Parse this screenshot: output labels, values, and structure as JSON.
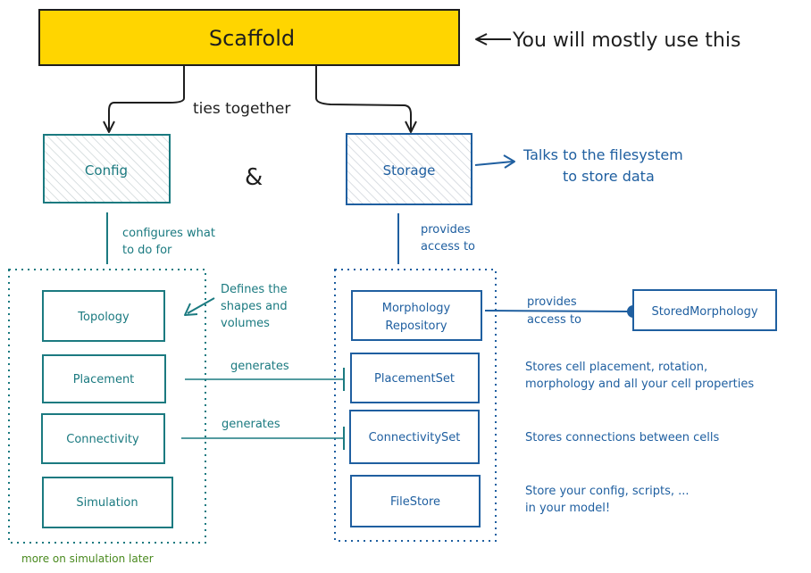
{
  "scaffold": {
    "label": "Scaffold",
    "note": "You will mostly use this"
  },
  "ties_together": "ties together",
  "ampersand": "&",
  "config": {
    "label": "Config",
    "note_line1": "configures what",
    "note_line2": "to do for"
  },
  "storage": {
    "label": "Storage",
    "note_line1": "Talks to the filesystem",
    "note_line2": "to store data",
    "access_line1": "provides",
    "access_line2": "access to"
  },
  "config_items": {
    "topology": "Topology",
    "placement": "Placement",
    "connectivity": "Connectivity",
    "simulation": "Simulation"
  },
  "storage_items": {
    "morphology_line1": "Morphology",
    "morphology_line2": "Repository",
    "placement_set": "PlacementSet",
    "connectivity_set": "ConnectivitySet",
    "file_store": "FileStore"
  },
  "stored_morphology": "StoredMorphology",
  "annotations": {
    "defines_line1": "Defines the",
    "defines_line2": "shapes and",
    "defines_line3": "volumes",
    "generates_1": "generates",
    "generates_2": "generates",
    "provides_line1": "provides",
    "provides_line2": "access to",
    "placement_note_line1": "Stores cell placement, rotation,",
    "placement_note_line2": "morphology and all your cell properties",
    "connectivity_note": "Stores connections between cells",
    "filestore_note_line1": "Store your config, scripts, ...",
    "filestore_note_line2": "in your model!",
    "simulation_later": "more on simulation later"
  },
  "colors": {
    "scaffold_fill": "#ffd500",
    "teal": "#1b7a80",
    "blue": "#1f5fa0",
    "dark": "#1e1e1e",
    "green": "#4a8a1f"
  }
}
